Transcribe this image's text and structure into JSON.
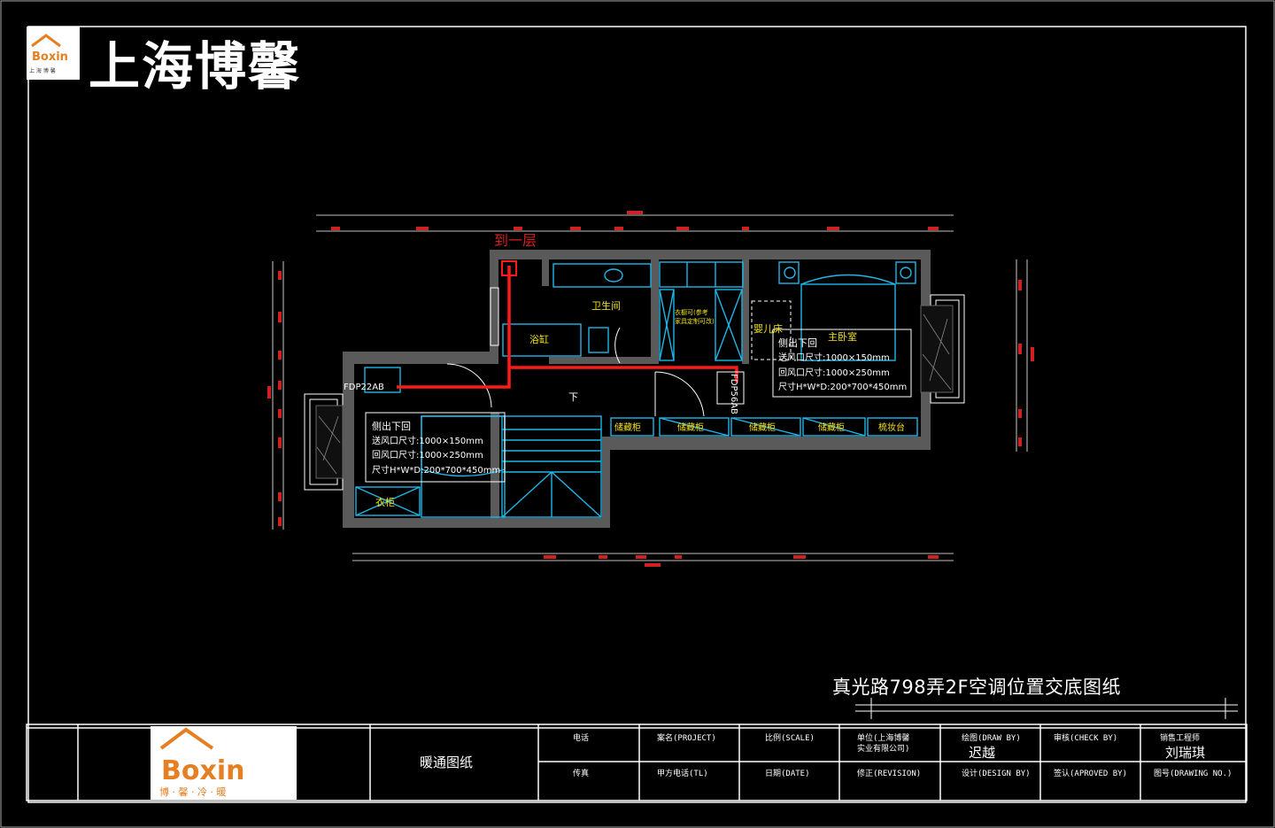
{
  "brand": {
    "name": "上海博馨",
    "logo_small_text": "上 海 博 馨",
    "logo_wordmark": "Boxin",
    "logo_tagline": "博 · 馨 · 冷 · 暖"
  },
  "drawing": {
    "title": "真光路798弄2F空调位置交底图纸",
    "top_label": "到一层",
    "rooms": {
      "bathroom": "卫生间",
      "bathtub": "浴缸",
      "master_bedroom": "主卧室",
      "kids_room": "婴儿床",
      "wardrobe": "衣柜",
      "makeup": "梳妆台",
      "storage": [
        "储藏柜",
        "储藏柜",
        "储藏柜",
        "储藏柜"
      ],
      "stairs_down": "下",
      "closet_note_1": "衣橱可(参考",
      "closet_note_2": "家具定制可改)"
    },
    "unit_right": {
      "line1": "侧出下回",
      "line2": "送风口尺寸:1000×150mm",
      "line3": "回风口尺寸:1000×250mm",
      "line4": "尺寸H*W*D:200*700*450mm",
      "model": "FDP56AB"
    },
    "unit_left": {
      "line1": "侧出下回",
      "line2": "送风口尺寸:1000×150mm",
      "line3": "回风口尺寸:1000×250mm",
      "line4": "尺寸H*W*D:200*700*450mm",
      "model": "FDP22AB"
    }
  },
  "title_block": {
    "category": "暖通图纸",
    "phone": "电话",
    "fax": "传真",
    "project": "案名(PROJECT)",
    "party_phone": "甲方电话(TL)",
    "scale": "比例(SCALE)",
    "date": "日期(DATE)",
    "company_1": "单位(上海博馨",
    "company_2": "实业有限公司)",
    "revision": "修正(REVISION)",
    "drawn_by": "绘图(DRAW BY)",
    "drawn_by_name": "迟越",
    "design_by": "设计(DESIGN BY)",
    "check_by": "审核(CHECK BY)",
    "approved_by": "签认(APROVED BY)",
    "sales_engineer": "销售工程师",
    "sales_engineer_name": "刘瑞琪",
    "drawing_no": "图号(DRAWING NO.)"
  },
  "colors": {
    "background": "#000000",
    "wall": "#5a5a5a",
    "furniture": "#1fb6e8",
    "duct": "#ff1a1a",
    "label": "#f2e21a",
    "dimension": "#d02020",
    "line": "#ffffff"
  }
}
